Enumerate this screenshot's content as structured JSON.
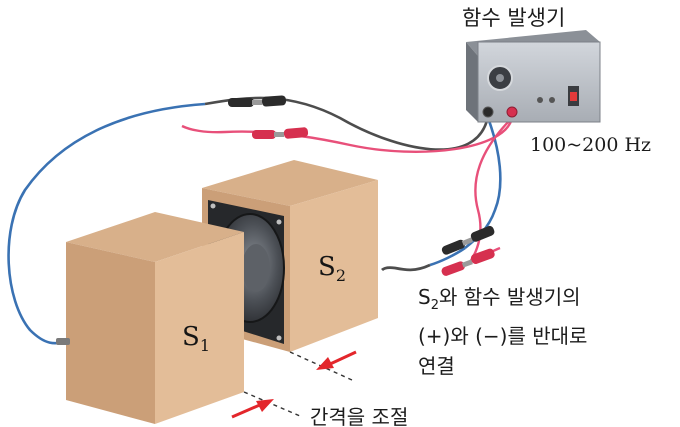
{
  "labels": {
    "generator_title": "함수 발생기",
    "frequency": "100~200 Hz",
    "speaker1_letter": "S",
    "speaker1_sub": "1",
    "speaker2_letter": "S",
    "speaker2_sub": "2",
    "note_line1_letter": "S",
    "note_line1_sub": "2",
    "note_line1_rest": "와 함수 발생기의",
    "note_line2": "(+)와 (−)를 반대로",
    "note_line3": "연결",
    "gap": "간격을 조절"
  },
  "colors": {
    "wire_blue": "#3a72b3",
    "wire_pink": "#e8507a",
    "wire_dark": "#4d4d4d",
    "box_face": "#e3bd98",
    "box_side": "#cb9f78",
    "box_top": "#d8b08a",
    "arrow_red": "#e3262b"
  }
}
